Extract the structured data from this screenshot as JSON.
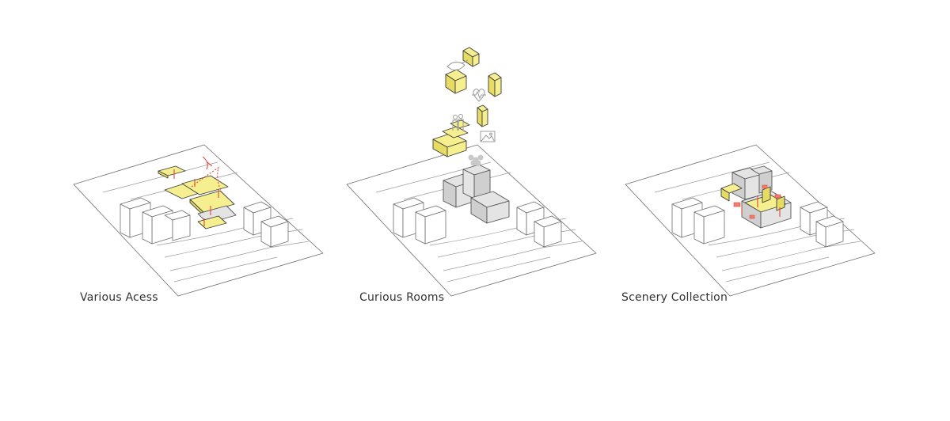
{
  "captions": {
    "panel_1": "Various Acess",
    "panel_2": "Curious Rooms",
    "panel_3": "Scenery Collection"
  },
  "colors": {
    "highlight_yellow": "#f6ef8f",
    "massing_gray": "#e4e4e4",
    "circulation_red": "#e2453a",
    "line_gray": "#6e6e6e",
    "caption_text": "#333333"
  },
  "icons": [
    "bird-icon",
    "heart-pulse-icon",
    "people-icon",
    "picture-icon",
    "flower-icon"
  ]
}
